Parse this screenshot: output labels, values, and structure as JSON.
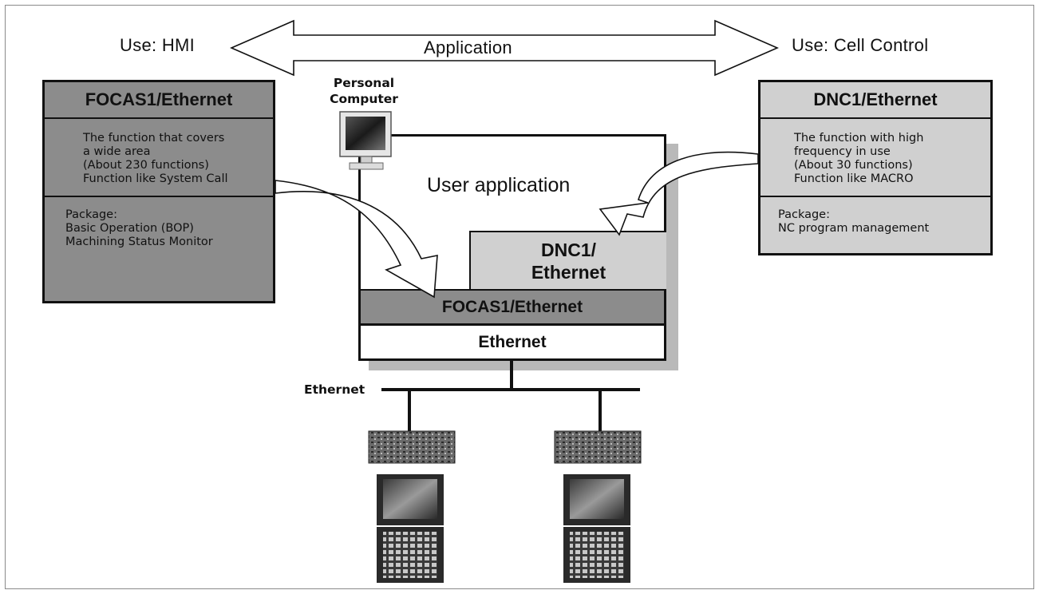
{
  "header": {
    "left_label": "Use: HMI",
    "center_label": "Application",
    "right_label": "Use: Cell Control"
  },
  "left_box": {
    "title": "FOCAS1/Ethernet",
    "description": [
      "The function that covers",
      "a wide area",
      "(About 230 functions)",
      "Function like System Call"
    ],
    "package": [
      "Package:",
      "Basic Operation (BOP)",
      "Machining Status Monitor"
    ]
  },
  "right_box": {
    "title": "DNC1/Ethernet",
    "description": [
      "The function with high",
      "frequency in use",
      "(About 30 functions)",
      "Function like MACRO"
    ],
    "package": [
      "Package:",
      "NC program management"
    ]
  },
  "pc": {
    "label_line1": "Personal",
    "label_line2": "Computer"
  },
  "stack": {
    "user_app": "User application",
    "dnc_line1": "DNC1/",
    "dnc_line2": "Ethernet",
    "focas": "FOCAS1/Ethernet",
    "ethernet": "Ethernet"
  },
  "network": {
    "bus_label": "Ethernet"
  },
  "colors": {
    "dark_gray": "#8c8c8c",
    "light_gray": "#d0d0d0",
    "shadow": "#b9b9b9",
    "line": "#111111"
  }
}
